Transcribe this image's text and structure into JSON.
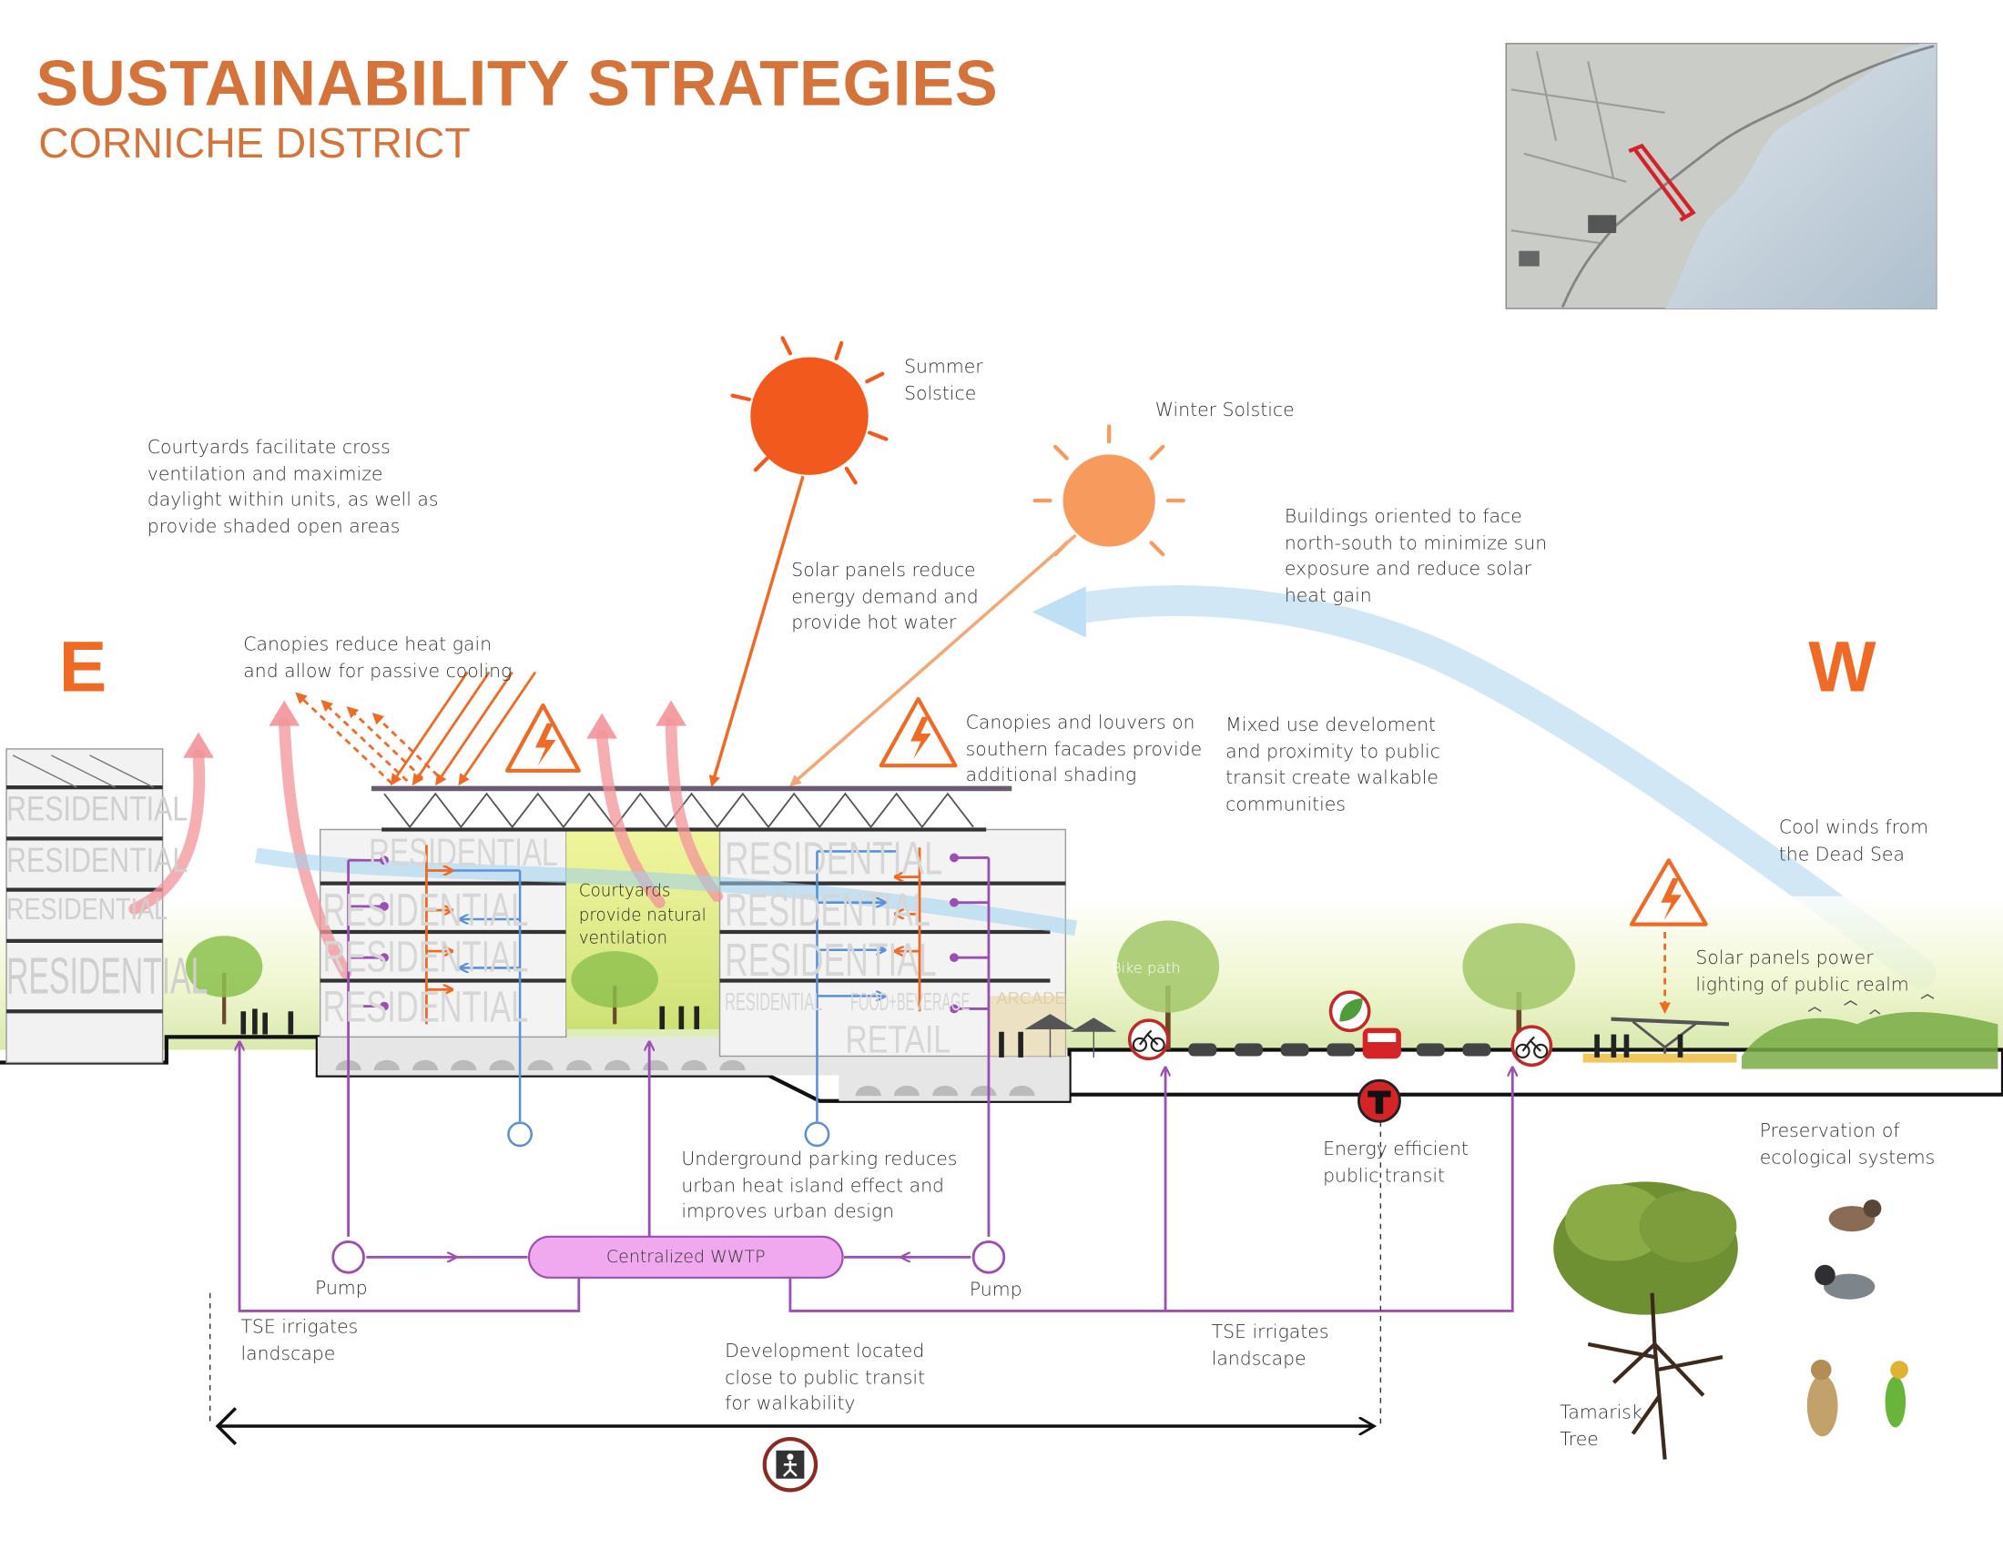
{
  "header": {
    "title": "SUSTAINABILITY STRATEGIES",
    "subtitle": "CORNICHE DISTRICT"
  },
  "directions": {
    "east": "E",
    "west": "W"
  },
  "labels": {
    "courtyards_cross_ventilation": "Courtyards facilitate cross\nventilation and maximize\ndaylight within units, as well as\nprovide shaded open areas",
    "summer_solstice": "Summer\nSolstice",
    "winter_solstice": "Winter Solstice",
    "buildings_oriented": "Buildings oriented to face\nnorth-south to minimize sun\nexposure and reduce solar\nheat gain",
    "solar_panels_hot_water": "Solar panels reduce\nenergy demand and\nprovide hot water",
    "canopies_heat_gain": "Canopies reduce heat gain\nand allow for passive cooling",
    "canopies_louvers": "Canopies and louvers on\nsouthern facades provide\nadditional shading",
    "mixed_use": "Mixed use develoment\nand proximity to public\ntransit create walkable\ncommunities",
    "cool_winds": "Cool winds from\nthe Dead Sea",
    "solar_lighting": "Solar panels power\nlighting of public realm",
    "courtyards_natural": "Courtyards\nprovide natural\nventilation",
    "bike_path": "Bike path",
    "underground_parking": "Underground parking reduces\nurban heat island effect and\nimproves urban design",
    "energy_transit": "Energy efficient\npublic transit",
    "preservation": "Preservation of\necological systems",
    "wwtp": "Centralized WWTP",
    "pump_left": "Pump",
    "pump_right": "Pump",
    "tse_left": "TSE irrigates\nlandscape",
    "tse_right": "TSE irrigates\nlandscape",
    "development_transit": "Development located\nclose to public transit\nfor walkability",
    "tamarisk": "Tamarisk\nTree"
  },
  "facade_text": {
    "residential": "RESIDENTIAL",
    "food_beverage": "FOOD+BEVERAGE",
    "arcade": "ARCADE",
    "retail": "RETAIL"
  },
  "colors": {
    "title": "#d5743a",
    "summer_sun": "#f25a1d",
    "winter_sun": "#f79a5e",
    "hot_air": "#f2949a",
    "cool_wind": "#9fd0ee",
    "water_supply": "#5b8fd8",
    "tse_pipe": "#9b4fb2",
    "wwtp_fill": "#f0a8ee",
    "transit_red": "#d42426",
    "energy_orange": "#ef6a25"
  },
  "icons": [
    "lightning-warning-icon",
    "bicycle-icon",
    "leaf-icon",
    "transit-t-icon",
    "pedestrian-icon",
    "bus-icon"
  ]
}
